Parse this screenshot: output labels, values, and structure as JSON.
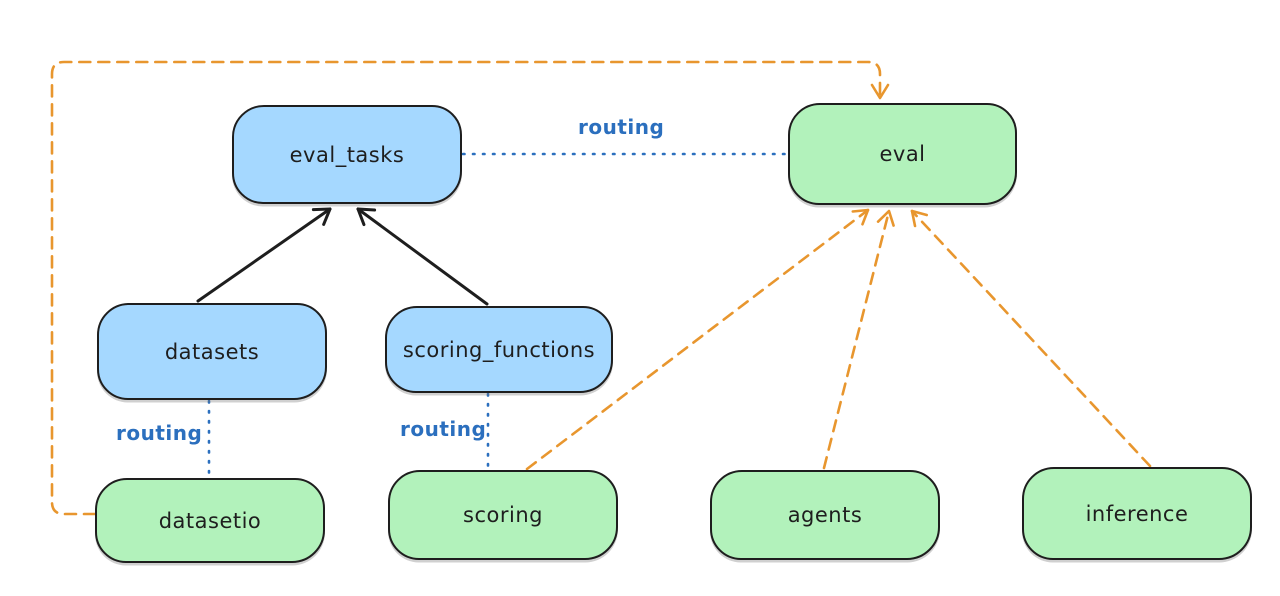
{
  "diagram": {
    "nodes": [
      {
        "id": "eval_tasks",
        "label": "eval_tasks",
        "color": "blue"
      },
      {
        "id": "eval",
        "label": "eval",
        "color": "green"
      },
      {
        "id": "datasets",
        "label": "datasets",
        "color": "blue"
      },
      {
        "id": "scoring_functions",
        "label": "scoring_functions",
        "color": "blue"
      },
      {
        "id": "datasetio",
        "label": "datasetio",
        "color": "green"
      },
      {
        "id": "scoring",
        "label": "scoring",
        "color": "green"
      },
      {
        "id": "agents",
        "label": "agents",
        "color": "green"
      },
      {
        "id": "inference",
        "label": "inference",
        "color": "green"
      }
    ],
    "edges": [
      {
        "from": "datasets",
        "to": "eval_tasks",
        "style": "solid-black-arrow",
        "label": ""
      },
      {
        "from": "scoring_functions",
        "to": "eval_tasks",
        "style": "solid-black-arrow",
        "label": ""
      },
      {
        "from": "eval_tasks",
        "to": "eval",
        "style": "dotted-blue",
        "label": "routing"
      },
      {
        "from": "datasets",
        "to": "datasetio",
        "style": "dotted-blue",
        "label": "routing"
      },
      {
        "from": "scoring_functions",
        "to": "scoring",
        "style": "dotted-blue",
        "label": "routing"
      },
      {
        "from": "datasetio",
        "to": "eval",
        "style": "dashed-orange-arrow",
        "label": ""
      },
      {
        "from": "scoring",
        "to": "eval",
        "style": "dashed-orange-arrow",
        "label": ""
      },
      {
        "from": "agents",
        "to": "eval",
        "style": "dashed-orange-arrow",
        "label": ""
      },
      {
        "from": "inference",
        "to": "eval",
        "style": "dashed-orange-arrow",
        "label": ""
      }
    ],
    "colors": {
      "blue_fill": "#a5d8ff",
      "green_fill": "#b2f2bb",
      "stroke": "#1e1e1e",
      "routing_blue": "#2b6fbe",
      "orange": "#e8962e",
      "background": "#ffffff"
    }
  }
}
